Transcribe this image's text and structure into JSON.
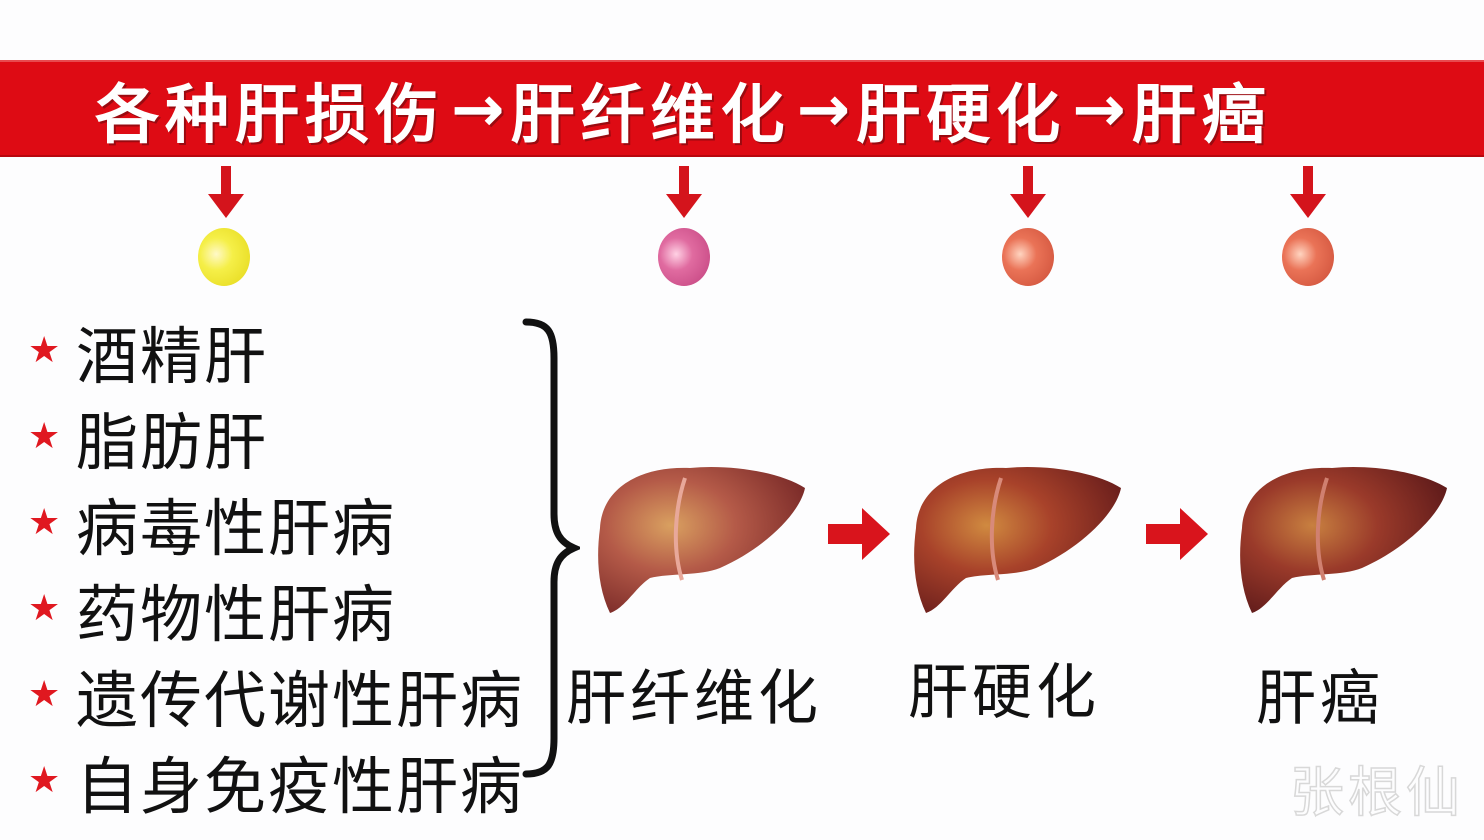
{
  "banner": {
    "background_color": "#de0b14",
    "steps": [
      "各种肝损伤",
      "肝纤维化",
      "肝硬化",
      "肝癌"
    ],
    "arrow_glyph": "→"
  },
  "markers": [
    {
      "stage": "各种肝损伤",
      "color": "yellow"
    },
    {
      "stage": "肝纤维化",
      "color": "pink"
    },
    {
      "stage": "肝硬化",
      "color": "orange"
    },
    {
      "stage": "肝癌",
      "color": "orange"
    }
  ],
  "causes": {
    "bullet_icon": "★",
    "items": [
      "酒精肝",
      "脂肪肝",
      "病毒性肝病",
      "药物性肝病",
      "遗传代谢性肝病",
      "自身免疫性肝病"
    ]
  },
  "stages": [
    {
      "label": "肝纤维化"
    },
    {
      "label": "肝硬化"
    },
    {
      "label": "肝癌"
    }
  ],
  "watermark": "张根仙"
}
